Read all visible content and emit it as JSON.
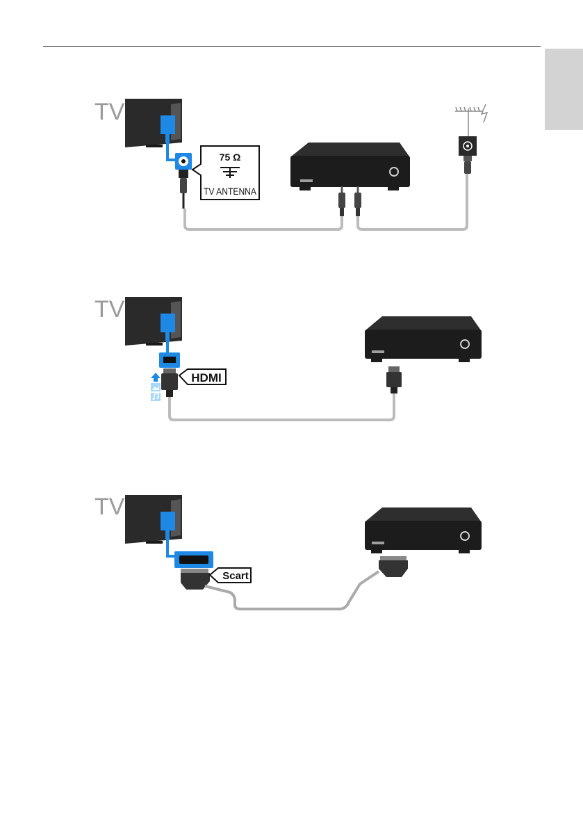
{
  "page": {
    "side_tab_color": "#d3d3d3",
    "accent_color": "#1e88e5"
  },
  "diagrams": [
    {
      "tv_label": "TV",
      "callout_line1": "75 Ω",
      "callout_line2": "TV ANTENNA",
      "icons": [
        "tv-icon",
        "set-top-box-icon",
        "antenna-icon",
        "wall-socket-icon",
        "coax-connector-icon"
      ]
    },
    {
      "tv_label": "TV",
      "callout": "HDMI",
      "icons": [
        "tv-icon",
        "set-top-box-icon",
        "hdmi-connector-icon",
        "arc-up-arrow-icon",
        "image-icon",
        "music-icon"
      ]
    },
    {
      "tv_label": "TV",
      "callout": "Scart",
      "icons": [
        "tv-icon",
        "set-top-box-icon",
        "scart-connector-icon"
      ]
    }
  ]
}
